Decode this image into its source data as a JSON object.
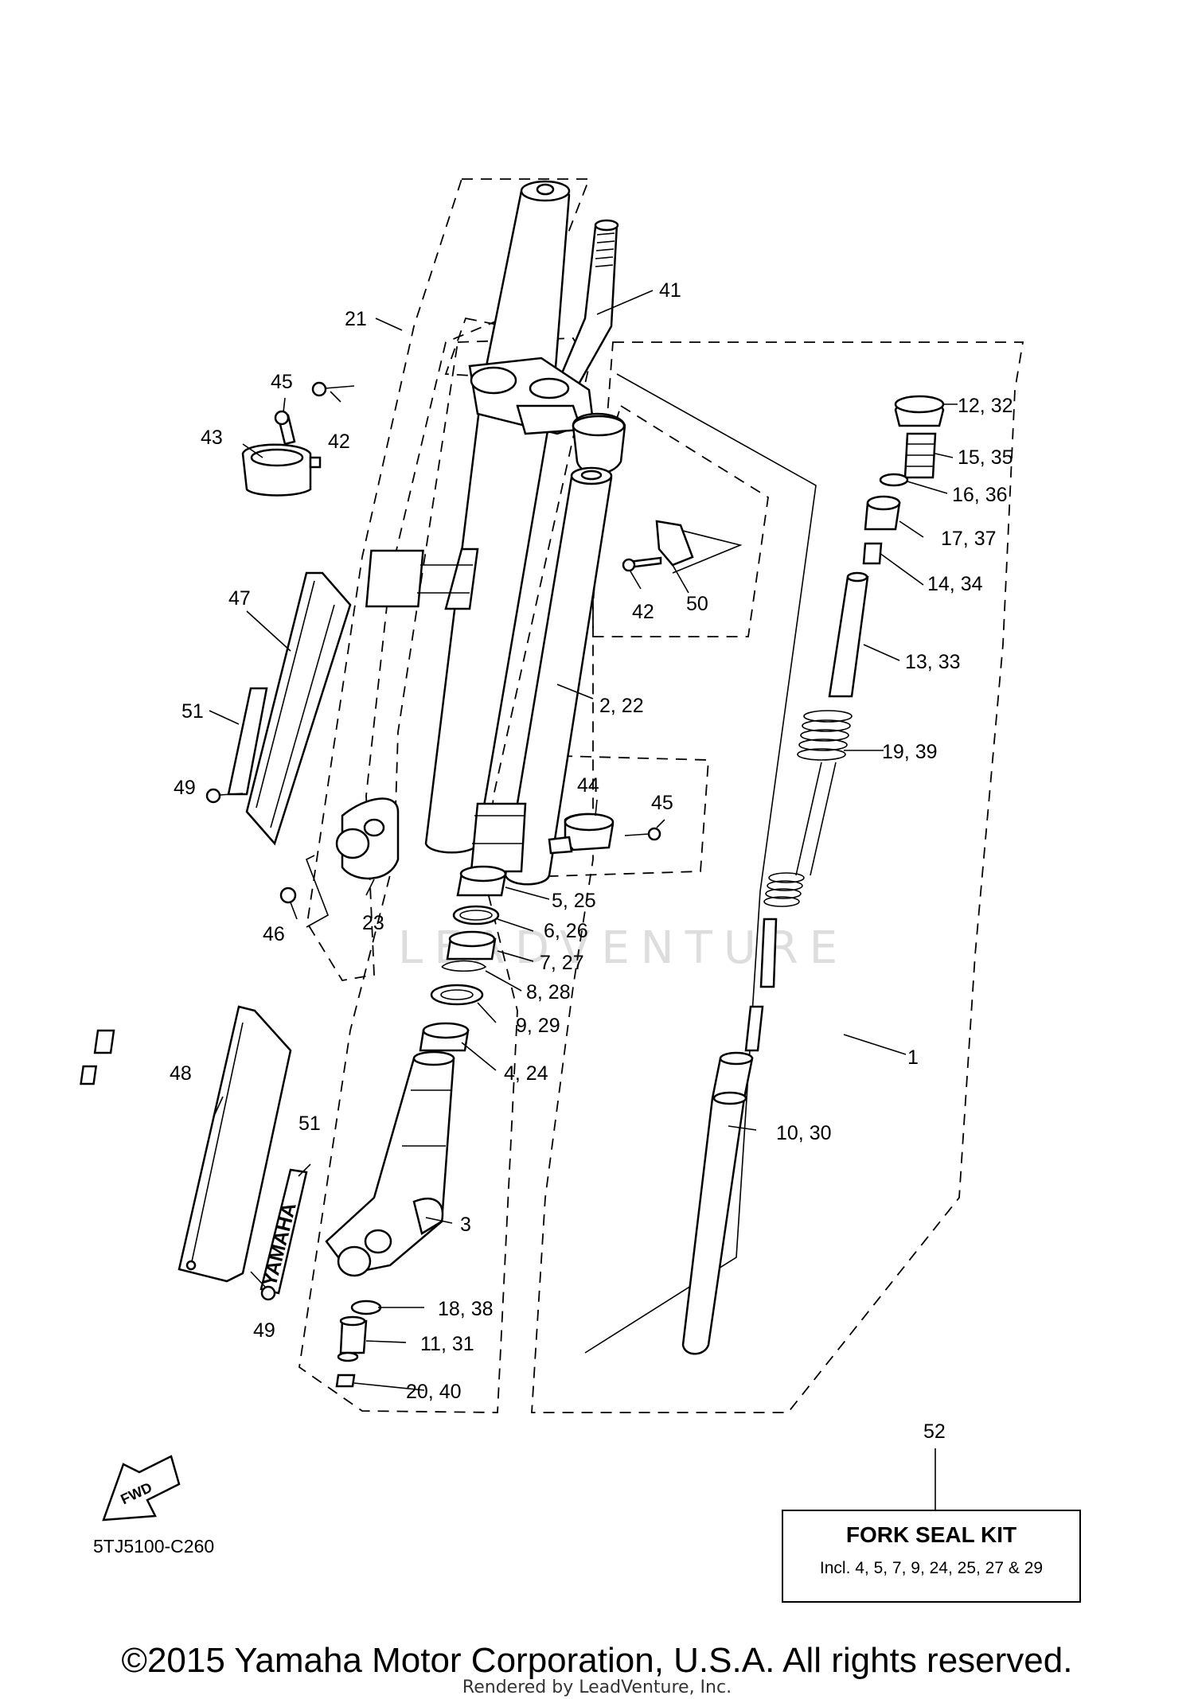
{
  "diagram": {
    "callouts": {
      "c1": "1",
      "c2_22": "2, 22",
      "c3": "3",
      "c4_24": "4, 24",
      "c5_25": "5, 25",
      "c6_26": "6, 26",
      "c7_27": "7, 27",
      "c8_28": "8, 28",
      "c9_29": "9, 29",
      "c10_30": "10, 30",
      "c11_31": "11, 31",
      "c12_32": "12, 32",
      "c13_33": "13, 33",
      "c14_34": "14, 34",
      "c15_35": "15, 35",
      "c16_36": "16, 36",
      "c17_37": "17, 37",
      "c18_38": "18, 38",
      "c19_39": "19, 39",
      "c20_40": "20, 40",
      "c21": "21",
      "c23": "23",
      "c41": "41",
      "c42a": "42",
      "c42b": "42",
      "c43": "43",
      "c44": "44",
      "c45a": "45",
      "c45b": "45",
      "c46": "46",
      "c47": "47",
      "c48": "48",
      "c49a": "49",
      "c49b": "49",
      "c50": "50",
      "c51a": "51",
      "c51b": "51"
    },
    "fwd_arrow_label": "FWD",
    "guard_logo": "YAMAHA",
    "watermark": "LEADVENTURE"
  },
  "kit": {
    "number": "52",
    "title": "FORK SEAL KIT",
    "includes": "Incl. 4, 5, 7, 9, 24, 25, 27 & 29"
  },
  "catalog_code": "5TJ5100-C260",
  "footer": {
    "copyright": "©2015 Yamaha Motor Corporation, U.S.A. All rights reserved.",
    "rendered_by": "Rendered by LeadVenture, Inc."
  }
}
